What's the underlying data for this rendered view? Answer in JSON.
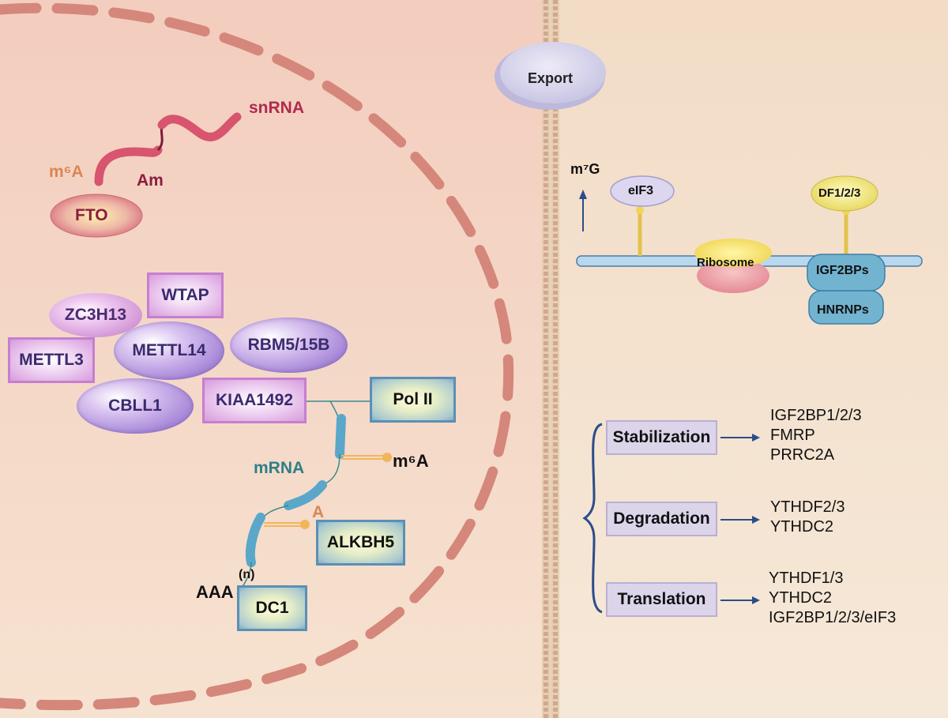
{
  "colors": {
    "nucleus_bg": "#f4d1bd",
    "cytoplasm_bg": "#f4e0c8",
    "membrane": "#d8b59a",
    "envelope_dash": "#d48a7a",
    "mrna": "#5aa7c9",
    "snrna": "#d8546f",
    "stalk": "#f2b55b"
  },
  "nucleus": {
    "snrna_label": "snRNA",
    "am_label": "Am",
    "m6a_label": "m⁶A",
    "fto": "FTO",
    "writers": {
      "zc3h13": "ZC3H13",
      "wtap": "WTAP",
      "mettl3": "METTL3",
      "mettl14": "METTL14",
      "rbm": "RBM5/15B",
      "cbll1": "CBLL1",
      "kiaa": "KIAA1492"
    },
    "pol2": "Pol II",
    "mrna_label": "mRNA",
    "mrna_m6a_label": "m⁶A",
    "a_label": "A",
    "alkbh5": "ALKBH5",
    "aaa_label": "AAA",
    "n_label": "(n)",
    "dc1": "DC1"
  },
  "export_label": "Export",
  "translation": {
    "m7g_label": "m⁷G",
    "eif3": "eIF3",
    "df": "DF1/2/3",
    "ribosome": "Ribosome",
    "igf2bps": "IGF2BPs",
    "hnrnps": "HNRNPs"
  },
  "fates": [
    {
      "name": "Stabilization",
      "readers": [
        "IGF2BP1/2/3",
        "FMRP",
        "PRRC2A"
      ]
    },
    {
      "name": "Degradation",
      "readers": [
        "YTHDF2/3",
        "YTHDC2"
      ]
    },
    {
      "name": "Translation",
      "readers": [
        "YTHDF1/3",
        "YTHDC2",
        "IGF2BP1/2/3/eIF3"
      ]
    }
  ]
}
